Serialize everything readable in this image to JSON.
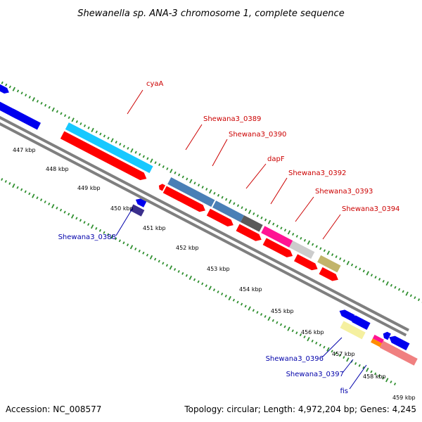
{
  "title": "Shewanella sp. ANA-3 chromosome 1, complete sequence",
  "footer": {
    "accession": "Accession: NC_008577",
    "topology": "Topology: circular; Length: 4,972,204 bp; Genes: 4,245"
  },
  "colors": {
    "forward_label": "#cc0000",
    "reverse_label": "#0000aa",
    "backbone": "#7f7f7f",
    "tick": "#2f8f2f"
  },
  "ticks": [
    "447 kbp",
    "448 kbp",
    "449 kbp",
    "450 kbp",
    "451 kbp",
    "452 kbp",
    "453 kbp",
    "454 kbp",
    "455 kbp",
    "456 kbp",
    "457 kbp",
    "458 kbp",
    "459 kbp"
  ],
  "labels": [
    {
      "text": "cyaA",
      "strand": "forward"
    },
    {
      "text": "Shewana3_0389",
      "strand": "forward"
    },
    {
      "text": "Shewana3_0390",
      "strand": "forward"
    },
    {
      "text": "dapF",
      "strand": "forward"
    },
    {
      "text": "Shewana3_0392",
      "strand": "forward"
    },
    {
      "text": "Shewana3_0393",
      "strand": "forward"
    },
    {
      "text": "Shewana3_0394",
      "strand": "forward"
    },
    {
      "text": "Shewana3_0388",
      "strand": "reverse"
    },
    {
      "text": "Shewana3_0396",
      "strand": "reverse"
    },
    {
      "text": "Shewana3_0397",
      "strand": "reverse"
    },
    {
      "text": "fis",
      "strand": "reverse"
    }
  ]
}
